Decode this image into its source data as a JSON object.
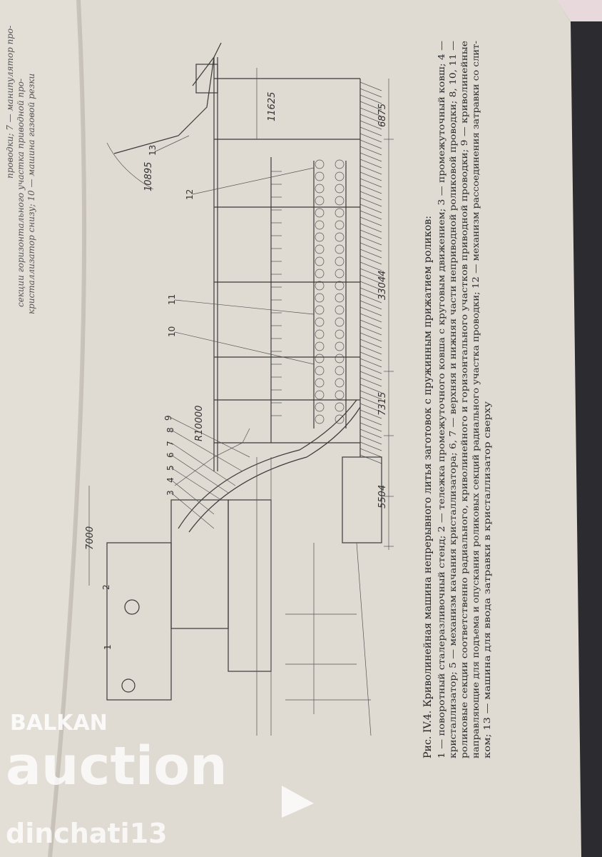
{
  "left_page": {
    "lines": [
      "проводки; 7 — манипулятор про-",
      "секции горизонтального участка приводной про-",
      "кристаллизатор снизу; 10 — машина газовой резки"
    ]
  },
  "figure": {
    "caption_title": "Рис. IV.4. Криволинейная машина непрерывного литья заготовок с пружинным прижатием роликов:",
    "caption_lines": [
      "1 — поворотный сталеразливочный стенд; 2 — тележка промежуточного ковша с круговым движением; 3 — промежуточный ковш; 4 —",
      "кристаллизатор; 5 — механизм качания кристаллизатора; 6, 7 — верхняя и нижняя части неприводной роликовой проводки; 8, 10, 11 —",
      "роликовые секции соответственно радиального, криволинейного и горизонтального участков приводной проводки; 9 — криволинейные",
      "направляющие для подъема и опускания роликовых секций радиального участка проводки; 12 — механизм рассоединения затравки со слит-",
      "ком; 13 — машина для ввода затравки в кристаллизатор сверху"
    ],
    "dimensions": [
      "10895",
      "11625",
      "6875",
      "33044",
      "7315",
      "5504",
      "7000",
      "R10000"
    ],
    "callouts": [
      "1",
      "2",
      "3",
      "4",
      "5",
      "6",
      "7",
      "8",
      "9",
      "10",
      "11",
      "12",
      "13"
    ]
  },
  "watermark": {
    "brand_top": "BALKAN",
    "brand_main": "auction",
    "seller": "dinchati13"
  }
}
